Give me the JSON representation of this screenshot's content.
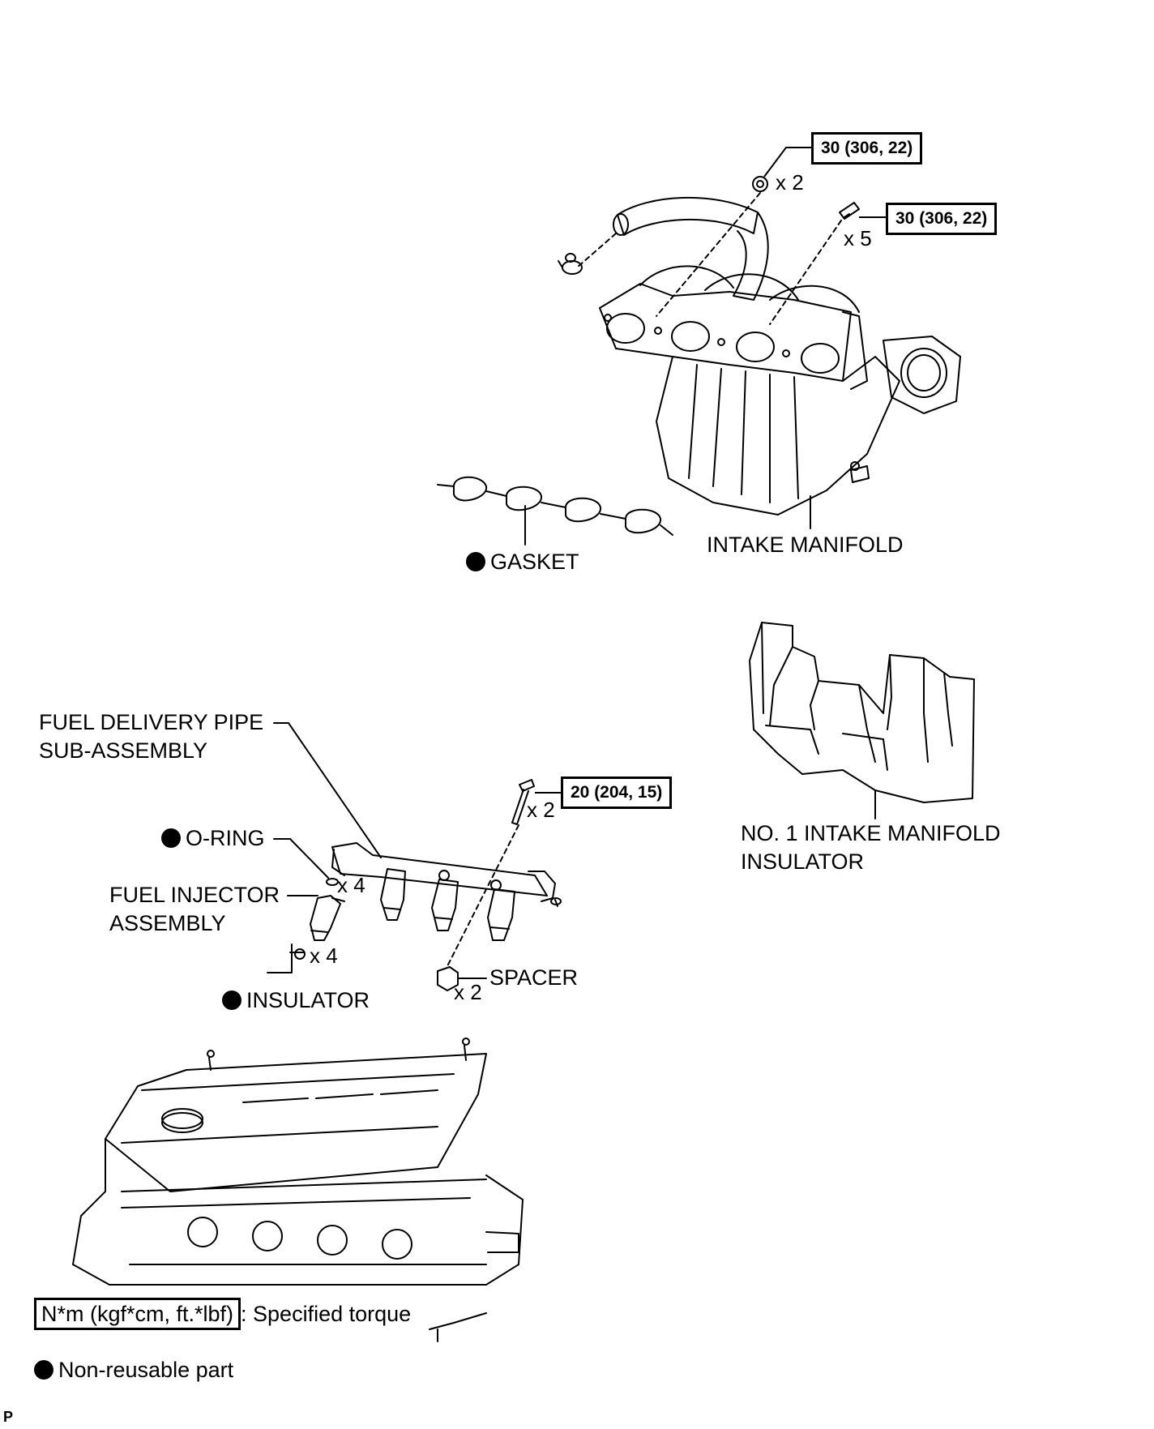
{
  "torque_specs": {
    "nut": "30 (306, 22)",
    "manifold_bolt": "30 (306, 22)",
    "pipe_bolt": "20 (204, 15)"
  },
  "quantities": {
    "nut": "x 2",
    "manifold_bolt": "x 5",
    "pipe_bolt": "x 2",
    "o_ring": "x 4",
    "insulator": "x 4",
    "spacer": "x 2"
  },
  "labels": {
    "gasket": "GASKET",
    "intake_manifold": "INTAKE MANIFOLD",
    "fuel_delivery_pipe_line1": "FUEL DELIVERY PIPE",
    "fuel_delivery_pipe_line2": "SUB-ASSEMBLY",
    "o_ring": "O-RING",
    "fuel_injector_line1": "FUEL INJECTOR",
    "fuel_injector_line2": "ASSEMBLY",
    "insulator": "INSULATOR",
    "spacer": "SPACER",
    "manifold_insulator_line1": "NO. 1 INTAKE MANIFOLD",
    "manifold_insulator_line2": "INSULATOR"
  },
  "legend": {
    "torque_box": "N*m (kgf*cm, ft.*lbf)",
    "torque_text": ": Specified torque",
    "nonreusable_text": "Non-reusable part"
  },
  "corner_mark": "P"
}
